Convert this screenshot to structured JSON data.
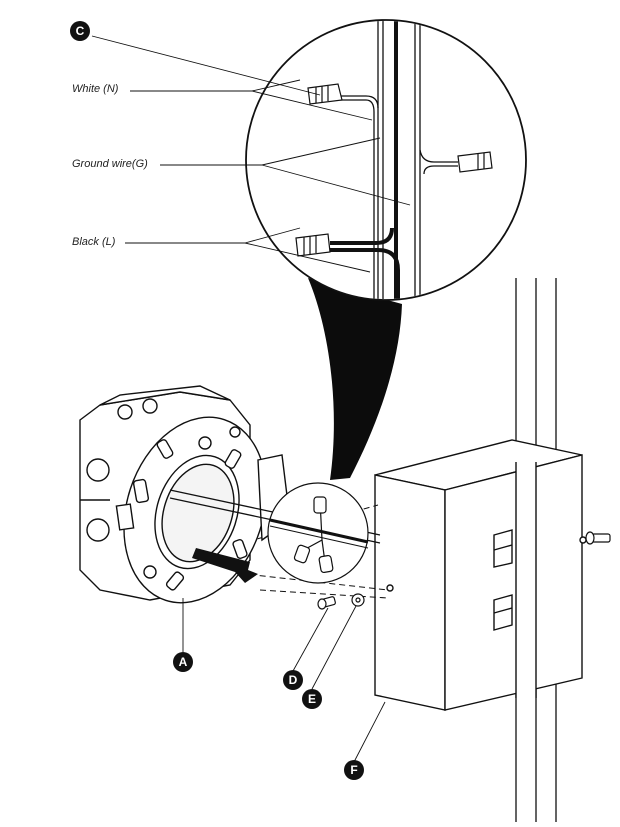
{
  "callouts": {
    "a": "A",
    "c": "C",
    "d": "D",
    "e": "E",
    "f": "F"
  },
  "wire_labels": {
    "white": "White (N)",
    "ground": "Ground wire(G)",
    "black": "Black (L)"
  },
  "colors": {
    "ink": "#111111",
    "paper": "#ffffff",
    "fill_dark": "#0c0c0c"
  }
}
